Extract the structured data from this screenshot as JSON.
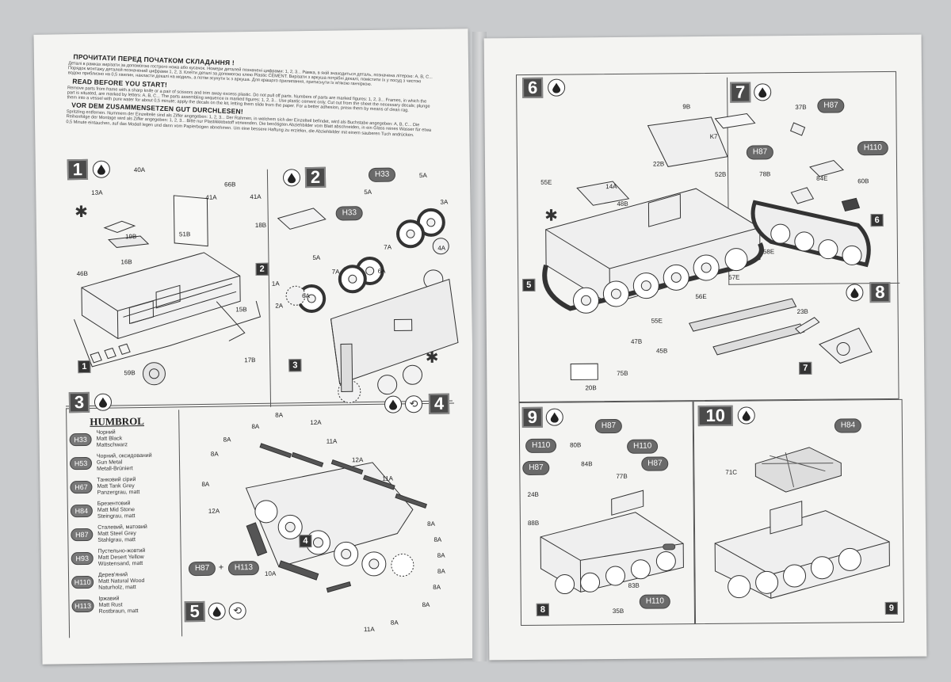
{
  "intro": {
    "ukr_title": "ПРОЧИТАТИ ПЕРЕД ПОЧАТКОМ СКЛАДАННЯ !",
    "ukr_text": "Деталі в рамках вирізати за допомогою гострого ножа або кусачок. Номери деталей позначені цифрами: 1, 2, 3... Рамка, в якій знаходиться деталь, позначена літерою: A, B, C... Порядок монтажу деталей позначений цифрами 1, 2, 3. Клеїти деталі за допомогою клею Plastic CEMENT. Вирізати з аркуша потрібні декалі, помістити їх у посуд з чистою водою приблизно на 0,5 хвилин, накласти декалі на модель, а потім зсунути їх з аркуша. Для кращого прилипання, притиснути їх м'якою ганчіркою.",
    "en_title": "READ BEFORE YOU START!",
    "en_text": "Remove parts from frame with a sharp knife or a pair of scissors and trim away excess plastic. Do not pull off parts. Numbers of parts are marked figures: 1, 2, 3... Frames, in which the part is situated, are marked by letters: A, B, C... The parts assembling sequence is marked figures: 1, 2, 3... Use plastic cement only. Cut out from the sheet the necessary decals; plunge them into a vessel with pure water for about 0,5 minute; apply the decals on the kit, letting them slide from the paper. For a better adhesion, press them by means of clean rag.",
    "de_title": "VOR DEM ZUSAMMENSETZEN GUT DURCHLESEN!",
    "de_text": "Spritzling entfernen. Nummern der Einzelteile sind als Ziffer angegeben: 1, 2, 3... Der Rahmen, in welchem sich der Einzelteil befindet, wird als Buchstabe angegeben: A, B, C... Die Reihenfolge der Montage wird als Ziffer angegeben: 1, 2, 3... Bitte nur Plastikklebstoff verwenden. Die benötigten Abziehbilder vom Blatt abschneiden, in ein Glass reines Wasser für etwa 0,5 Minute eintauchen, auf das Modell legen und dann vom Papierbogen abnehmen. Um eine bessere Haftung zu erzielen, die Abziehbilder mit einem sauberen Tuch andrücken."
  },
  "steps": {
    "s1": "1",
    "s2": "2",
    "s3": "3",
    "s4": "4",
    "s5": "5",
    "s6": "6",
    "s7": "7",
    "s8": "8",
    "s9": "9",
    "s10": "10"
  },
  "subassembly": {
    "a1": "1",
    "a2": "2",
    "a3": "3",
    "a4": "4",
    "a5": "5",
    "a6": "6",
    "a7": "7",
    "a8": "8",
    "a9": "9"
  },
  "humbrol": {
    "title": "HUMBROL",
    "paints": [
      {
        "code": "H33",
        "ukr": "Чорний",
        "en": "Matt Black",
        "de": "Mattschwarz"
      },
      {
        "code": "H53",
        "ukr": "Чорний, оксидований",
        "en": "Gun Metal",
        "de": "Metall-Brüniert"
      },
      {
        "code": "H67",
        "ukr": "Танковий сірий",
        "en": "Matt Tank Grey",
        "de": "Panzergrau, matt"
      },
      {
        "code": "H84",
        "ukr": "Брезентовий",
        "en": "Matt Mid Stone",
        "de": "Steingrau, matt"
      },
      {
        "code": "H87",
        "ukr": "Сталевий, матовий",
        "en": "Matt Steel Grey",
        "de": "Stahlgrau, matt"
      },
      {
        "code": "H93",
        "ukr": "Пустельно-жовтий",
        "en": "Matt Desert Yellow",
        "de": "Wüstensand, matt"
      },
      {
        "code": "H110",
        "ukr": "Дерев'яний",
        "en": "Matt Natural Wood",
        "de": "Naturholz, matt"
      },
      {
        "code": "H113",
        "ukr": "Іржавий",
        "en": "Matt Rust",
        "de": "Rostbraun, matt"
      }
    ]
  },
  "paint_callouts": {
    "h33_a": "H33",
    "h33_b": "H33",
    "h87_s5": "H87",
    "h113_s5": "H113",
    "plus": "+",
    "h87_s7a": "H87",
    "h87_s7b": "H87",
    "h110_s7": "H110",
    "h87_s9a": "H87",
    "h110_s9a": "H110",
    "h110_s9b": "H110",
    "h87_s9b": "H87",
    "h87_s9c": "H87",
    "h110_s9c": "H110",
    "h84_s10": "H84"
  },
  "part_labels": {
    "p40A": "40A",
    "p13A": "13A",
    "p19B": "19B",
    "p51B": "51B",
    "p66B": "66B",
    "p41A_a": "41A",
    "p41A_b": "41A",
    "p18B": "18B",
    "p16B": "16B",
    "p46B": "46B",
    "p15B": "15B",
    "p17B": "17B",
    "p59B": "59B",
    "p5A_a": "5A",
    "p5A_b": "5A",
    "p5A_c": "5A",
    "p3A": "3A",
    "p4A": "4A",
    "p7A_a": "7A",
    "p7A_b": "7A",
    "p6A_a": "6A",
    "p6A_b": "6A",
    "p1A": "1A",
    "p2A": "2A",
    "p8A_1": "8A",
    "p8A_2": "8A",
    "p8A_3": "8A",
    "p8A_4": "8A",
    "p8A_5": "8A",
    "p8A_6": "8A",
    "p8A_7": "8A",
    "p8A_8": "8A",
    "p8A_9": "8A",
    "p8A_10": "8A",
    "p8A_11": "8A",
    "p8A_12": "8A",
    "p12A_a": "12A",
    "p12A_b": "12A",
    "p12A_c": "12A",
    "p11A_a": "11A",
    "p11A_b": "11A",
    "p11A_c": "11A",
    "p10A": "10A",
    "p9B": "9B",
    "pK7": "K7",
    "p22B": "22B",
    "p52B": "52B",
    "p55E": "55E",
    "p14A": "14A",
    "p48B": "48B",
    "p58E": "58E",
    "p57E": "57E",
    "p56E": "56E",
    "p55E_b": "55E",
    "p47B": "47B",
    "p45B": "45B",
    "p20B": "20B",
    "p75B": "75B",
    "p37B": "37B",
    "p78B": "78B",
    "p84E": "84E",
    "p60B": "60B",
    "p23B": "23B",
    "p80B": "80B",
    "p84B": "84B",
    "p77B": "77B",
    "p24B": "24B",
    "p88B": "88B",
    "p83B": "83B",
    "p35B": "35B",
    "p71C": "71C"
  },
  "colors": {
    "badge": "#4a4a4a",
    "paint_pill": "#6a6a6a",
    "paper": "#f4f4f2",
    "background": "#c9cbcd"
  }
}
